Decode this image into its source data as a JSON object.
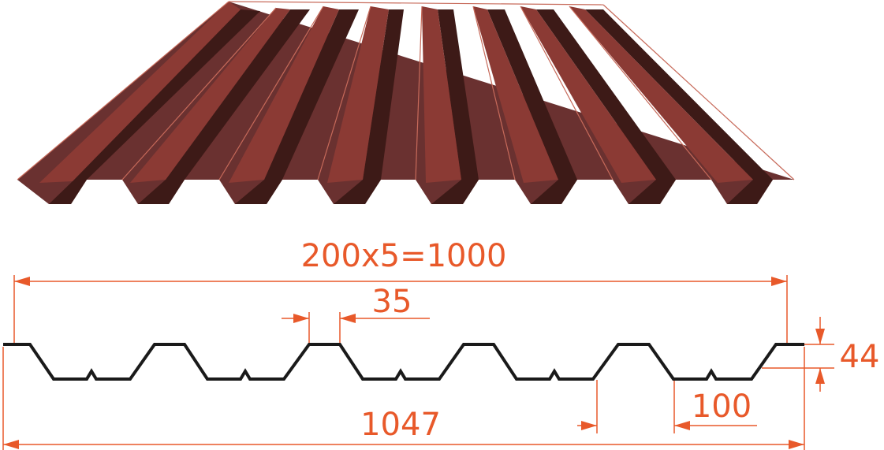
{
  "diagram": {
    "colors": {
      "dimension": "#e8592a",
      "profile_line": "#1a1a1a",
      "sheet_dark": "#3d1a17",
      "sheet_mid": "#6a3130",
      "sheet_light": "#8b3a34",
      "sheet_edge": "#c76a5a",
      "background": "#ffffff"
    },
    "dimensions": {
      "overall_useful": "200x5=1000",
      "crest_width": "35",
      "height": "44",
      "pitch": "100",
      "overall_total": "1047"
    }
  }
}
